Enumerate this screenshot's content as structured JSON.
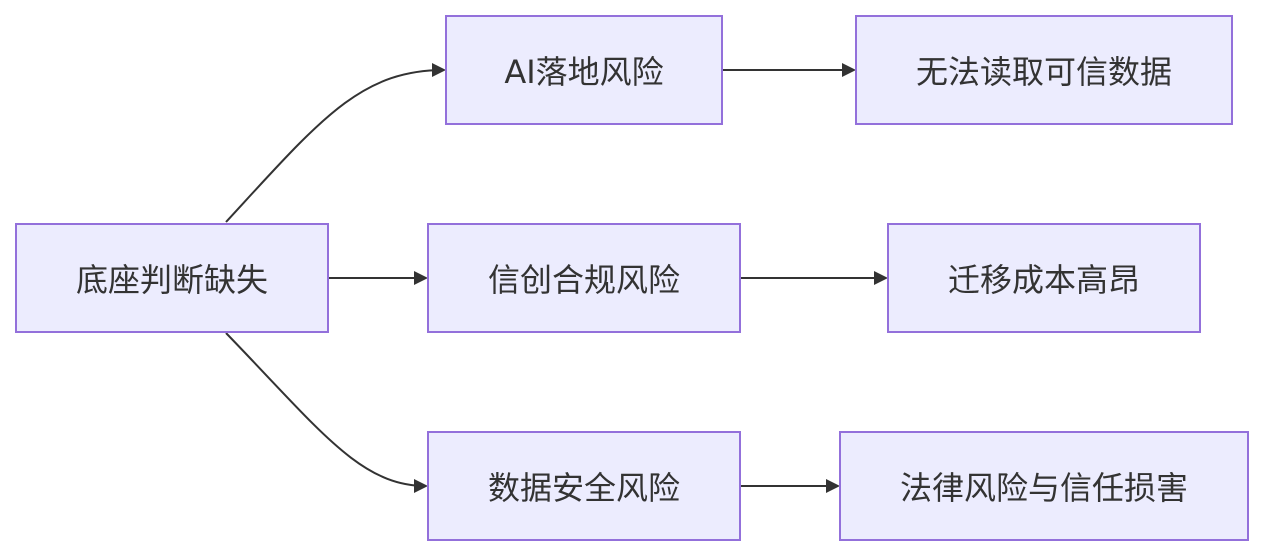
{
  "diagram": {
    "nodes": {
      "root": "底座判断缺失",
      "ai_risk": "AI落地风险",
      "xinchuang_risk": "信创合规风险",
      "data_security_risk": "数据安全风险",
      "no_trusted_data": "无法读取可信数据",
      "high_migration_cost": "迁移成本高昂",
      "legal_trust_damage": "法律风险与信任损害"
    },
    "edges": [
      {
        "from": "root",
        "to": "ai_risk"
      },
      {
        "from": "root",
        "to": "xinchuang_risk"
      },
      {
        "from": "root",
        "to": "data_security_risk"
      },
      {
        "from": "ai_risk",
        "to": "no_trusted_data"
      },
      {
        "from": "xinchuang_risk",
        "to": "high_migration_cost"
      },
      {
        "from": "data_security_risk",
        "to": "legal_trust_damage"
      }
    ],
    "colors": {
      "node_fill": "#ececfe",
      "node_border": "#9370db",
      "edge": "#333333",
      "text": "#333333"
    }
  }
}
